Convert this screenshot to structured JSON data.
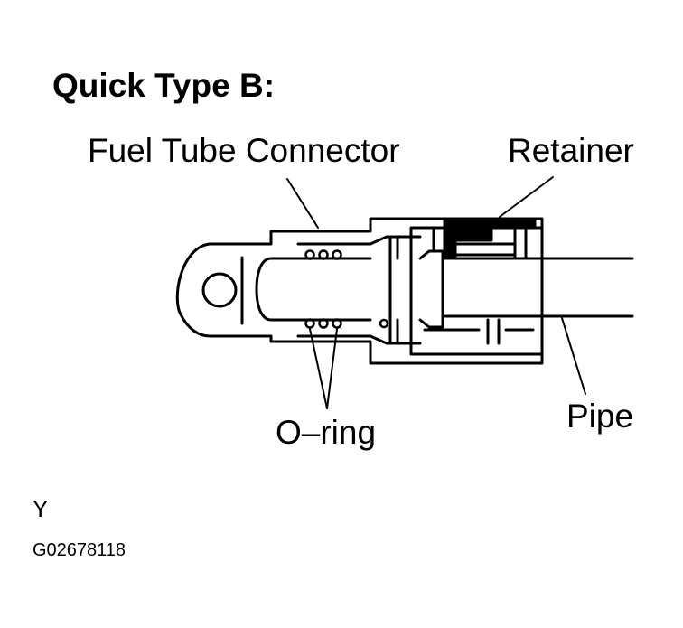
{
  "title": "Quick Type B:",
  "labels": {
    "connector": "Fuel Tube Connector",
    "retainer": "Retainer",
    "oring": "O–ring",
    "pipe": "Pipe"
  },
  "footer": {
    "code_letter": "Y",
    "figure_id": "G02678118"
  },
  "colors": {
    "ink": "#000000",
    "paper": "#ffffff"
  }
}
